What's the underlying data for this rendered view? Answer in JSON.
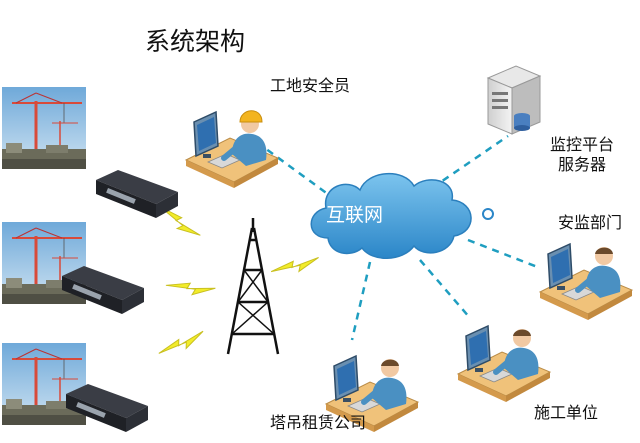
{
  "title": "系统架构",
  "cloud": {
    "label": "互联网"
  },
  "nodes": {
    "safety_officer": "工地安全员",
    "monitor_server_line1": "监控平台",
    "monitor_server_line2": "服务器",
    "safety_dept": "安监部门",
    "crane_rental": "塔吊租赁公司",
    "construction_unit": "施工单位"
  },
  "colors": {
    "link": "#1f9ec0",
    "lightning": "#f2ec2a",
    "cloud": "#3d9fd6",
    "sky": "#9ec8e6",
    "crane": "#d84a3a",
    "terminal": "#2b2d33",
    "desk": "#f0c27a",
    "person": "#4a90c2",
    "helmet": "#f3b41f"
  },
  "icons": [
    "crane-photo",
    "wireless-terminal",
    "lightning-bolt",
    "signal-tower",
    "internet-cloud",
    "server",
    "workstation",
    "person",
    "safety-helmet"
  ]
}
